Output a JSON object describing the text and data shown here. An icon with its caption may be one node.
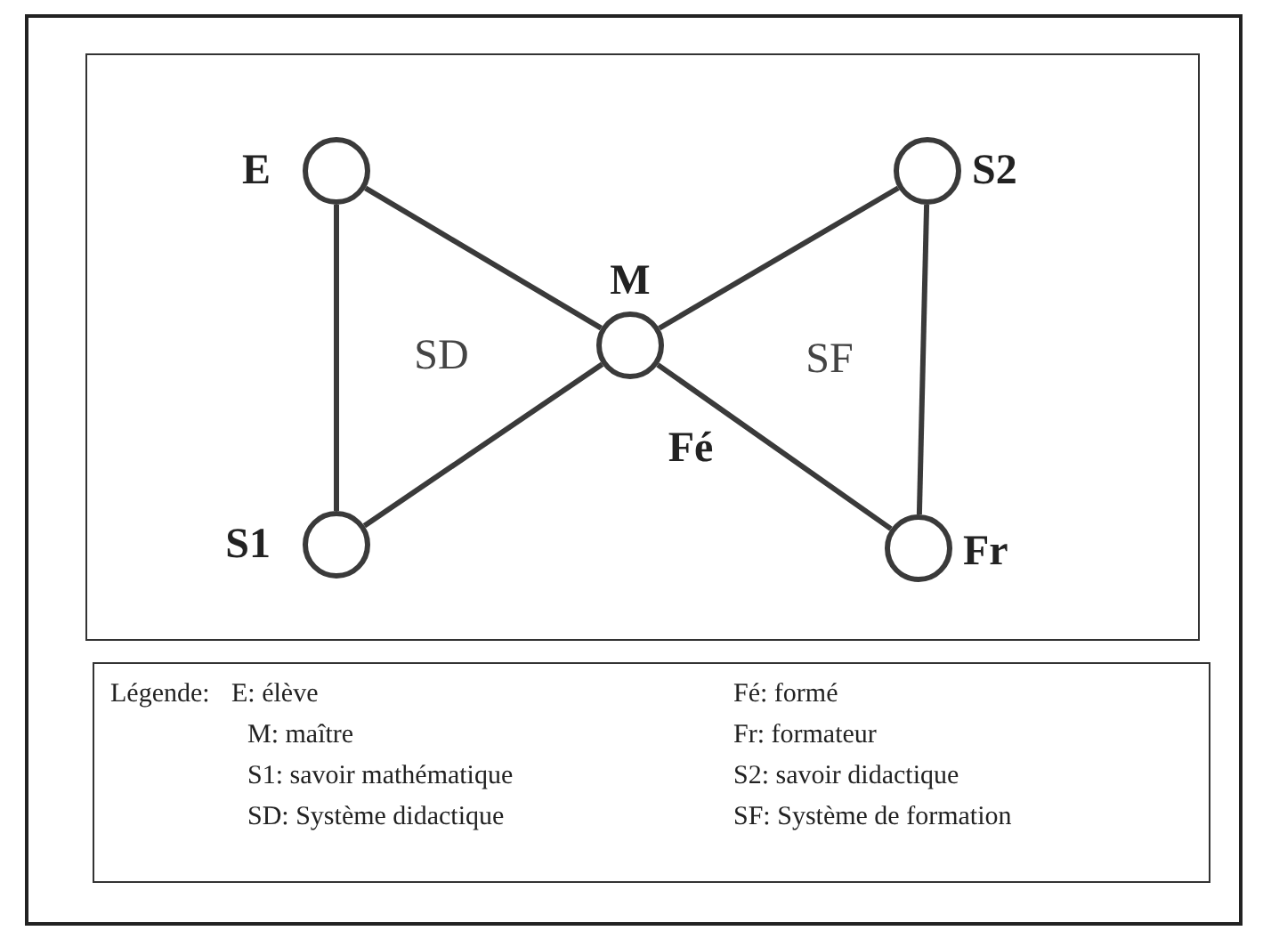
{
  "diagram": {
    "nodes": [
      {
        "text": [],
        "shape": "circle",
        "beside": [
          "E"
        ]
      },
      {
        "text": [],
        "shape": "circle",
        "beside": [
          "S2"
        ]
      },
      {
        "text": [],
        "shape": "circle",
        "beside": [
          "M",
          "Fé"
        ]
      },
      {
        "text": [],
        "shape": "circle",
        "beside": [
          "S1"
        ]
      },
      {
        "text": [],
        "shape": "circle",
        "beside": [
          "Fr"
        ]
      }
    ],
    "edges": [
      {
        "from": 0,
        "to": 2,
        "arrow": "none"
      },
      {
        "from": 2,
        "to": 1,
        "arrow": "none"
      },
      {
        "from": 3,
        "to": 2,
        "arrow": "none"
      },
      {
        "from": 2,
        "to": 4,
        "arrow": "none"
      },
      {
        "from": 0,
        "to": 3,
        "arrow": "none"
      },
      {
        "from": 1,
        "to": 4,
        "arrow": "none"
      }
    ],
    "labels": [
      "SD",
      "SF",
      "Légende:",
      "E: élève",
      "Fé: formé",
      "M: maître",
      "Fr: formateur",
      "S1: savoir mathématique",
      "S2: savoir didactique",
      "SD: Système didactique",
      "SF: Système de formation"
    ]
  }
}
